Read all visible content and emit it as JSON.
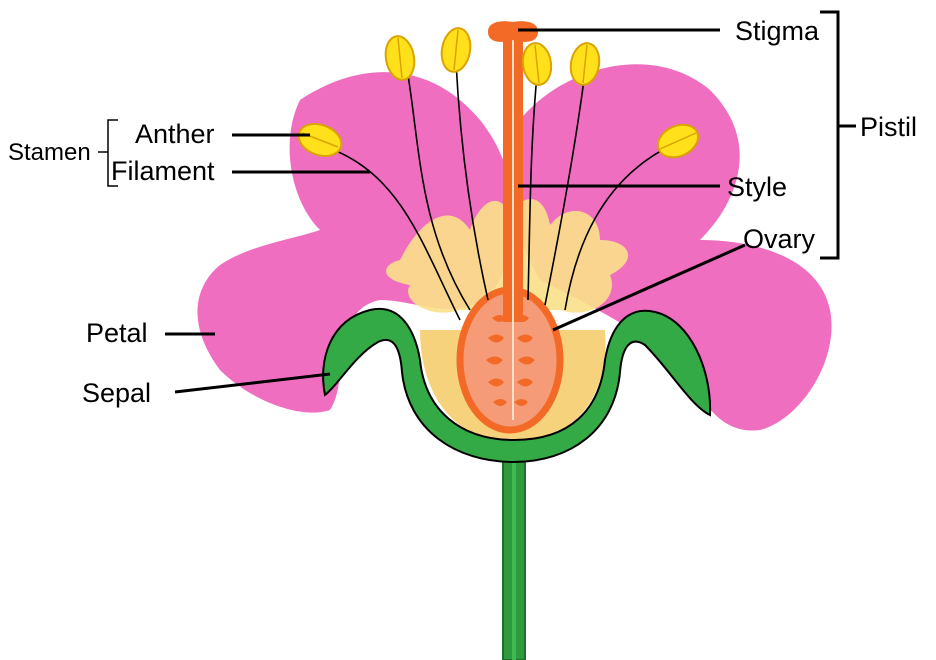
{
  "labels": {
    "stigma": "Stigma",
    "pistil": "Pistil",
    "style": "Style",
    "ovary": "Ovary",
    "anther": "Anther",
    "filament": "Filament",
    "stamen": "Stamen",
    "petal": "Petal",
    "sepal": "Sepal"
  },
  "colors": {
    "petal": "#f06ec0",
    "sepal": "#33aa45",
    "sepal_outline": "#000000",
    "receptacle": "#f7d27c",
    "ovary_fill": "#f59b78",
    "pistil_orange": "#f26a25",
    "anther": "#ffe01a",
    "anther_outline": "#d9a400",
    "stem": "#2f9a3d",
    "nectar_glow": "#fbe08a"
  }
}
